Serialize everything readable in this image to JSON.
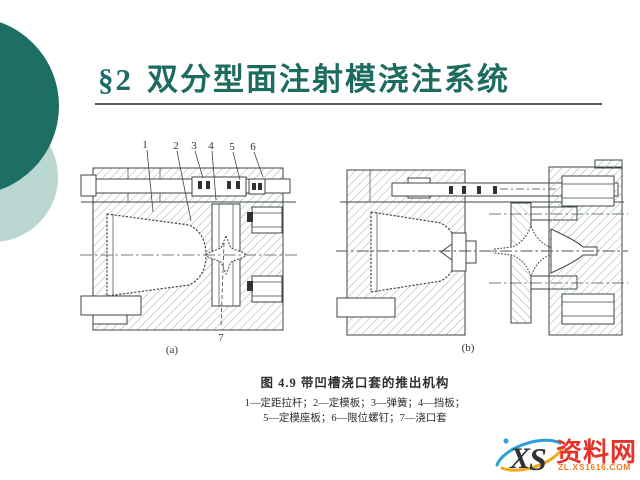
{
  "title": {
    "section": "§2",
    "text": "双分型面注射模浇注系统",
    "section_color": "#1c6a69",
    "text_color": "#1e6b5f"
  },
  "decoration": {
    "dark_circle": "#1d6e63",
    "light_circle": "#b9d6d0"
  },
  "figure": {
    "part_labels": [
      "1",
      "2",
      "3",
      "4",
      "5",
      "6"
    ],
    "label7": "7",
    "sub_a": "(a)",
    "sub_b": "(b)",
    "caption": "图 4.9  带凹槽浇口套的推出机构",
    "legend_line1": "1—定距拉杆；2—定模板；3—弹簧；4—挡板；",
    "legend_line2": "5—定模座板；6—限位螺钉；7—浇口套"
  },
  "watermark": {
    "logo_x": "X",
    "logo_s": "S",
    "site_name": "资料网",
    "site_url": "ZL.XS1616.COM",
    "name_color": "#e63329",
    "url_color": "#f07c1f",
    "swirl_blue": "#2a9fd8",
    "swirl_orange": "#f2a71f",
    "x_color": "#2574b5",
    "s_color": "#f2a71f"
  }
}
